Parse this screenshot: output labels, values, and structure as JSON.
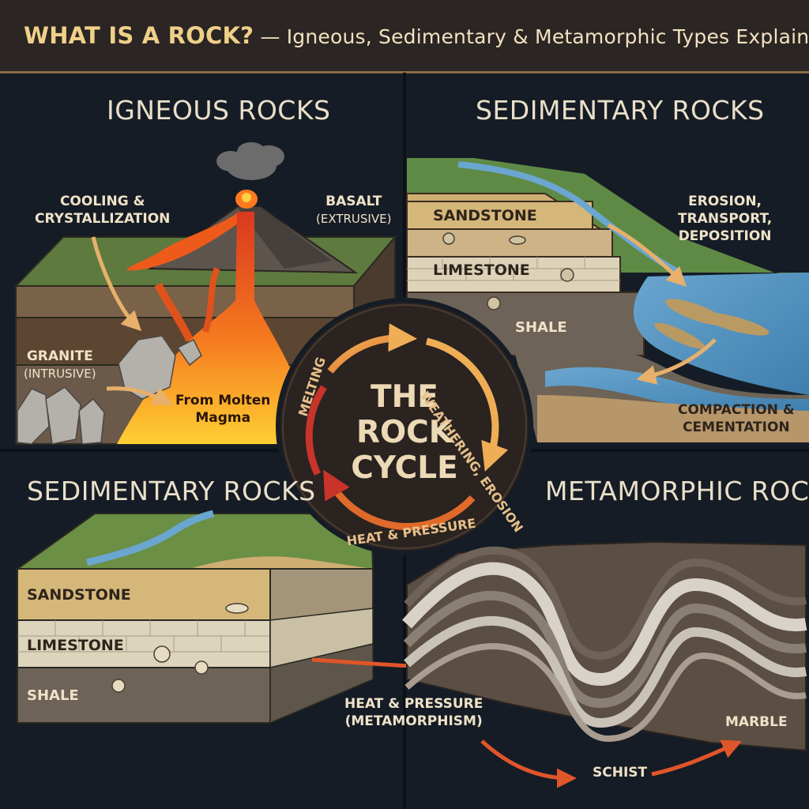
{
  "title": {
    "main": "WHAT IS A ROCK?",
    "subtitle": " — Igneous, Sedimentary & Metamorphic Types Explained"
  },
  "igneous": {
    "heading": "IGNEOUS ROCKS",
    "cooling_label": "COOLING &\nCRYSTALLIZATION",
    "basalt_label": "BASALT",
    "basalt_sub": "(EXTRUSIVE)",
    "granite_label": "GRANITE",
    "granite_sub": "(INTRUSIVE)",
    "magma_label": "From Molten\nMagma"
  },
  "sedimentary_top": {
    "heading": "SEDIMENTARY ROCKS",
    "sandstone": "SANDSTONE",
    "limestone": "LIMESTONE",
    "shale": "SHALE",
    "erosion_label": "EROSION,\nTRANSPORT,\nDEPOSITION",
    "compaction_label": "COMPACTION &\nCEMENTATION"
  },
  "cycle": {
    "title": "THE\nROCK\nCYCLE",
    "melting": "MELTING",
    "weathering": "WEATHERING, EROSION",
    "heat_pressure": "HEAT & PRESSURE"
  },
  "sedimentary_bottom": {
    "heading": "SEDIMENTARY ROCKS",
    "sandstone": "SANDSTONE",
    "limestone": "LIMESTONE",
    "shale": "SHALE",
    "metamorphism_label": "HEAT & PRESSURE\n(METAMORPHISM)"
  },
  "metamorphic": {
    "heading": "METAMORPHIC ROCKS",
    "marble": "MARBLE",
    "schist": "SCHIST"
  },
  "colors": {
    "background": "#151c25",
    "header": "#2b2523",
    "title_accent": "#f0d089",
    "magma": "#f06a1e",
    "arrow": "#e7b06b",
    "cycle_red": "#c8342a"
  }
}
